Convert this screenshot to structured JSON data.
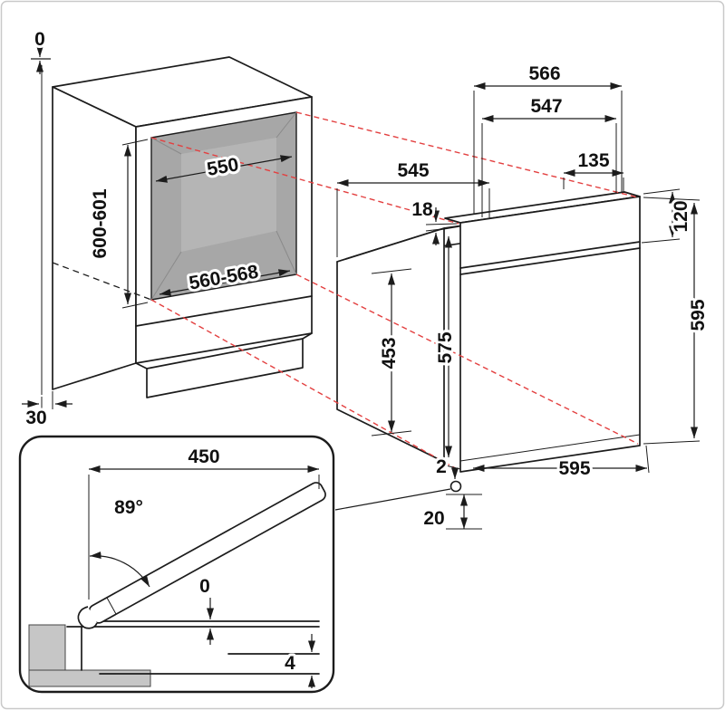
{
  "cabinet": {
    "top_gap": "0",
    "niche_height": "600-601",
    "niche_width": "550",
    "niche_depth": "560-568",
    "bottom_gap": "30"
  },
  "oven": {
    "depth_total": "566",
    "depth_body": "547",
    "depth_casing": "545",
    "fascia_depth": "135",
    "fascia_offset": "18",
    "panel_height": "120",
    "height": "595",
    "width": "595",
    "front_height": "575",
    "cavity_height": "453",
    "bottom_gap": "2",
    "base_clearance": "20"
  },
  "door_detail": {
    "door_width": "450",
    "opening_angle": "89°",
    "worktop_gap": "0",
    "plinth_gap": "4"
  },
  "colors": {
    "projection_line": "#e34040",
    "niche_fill": "#a7a7a7"
  }
}
